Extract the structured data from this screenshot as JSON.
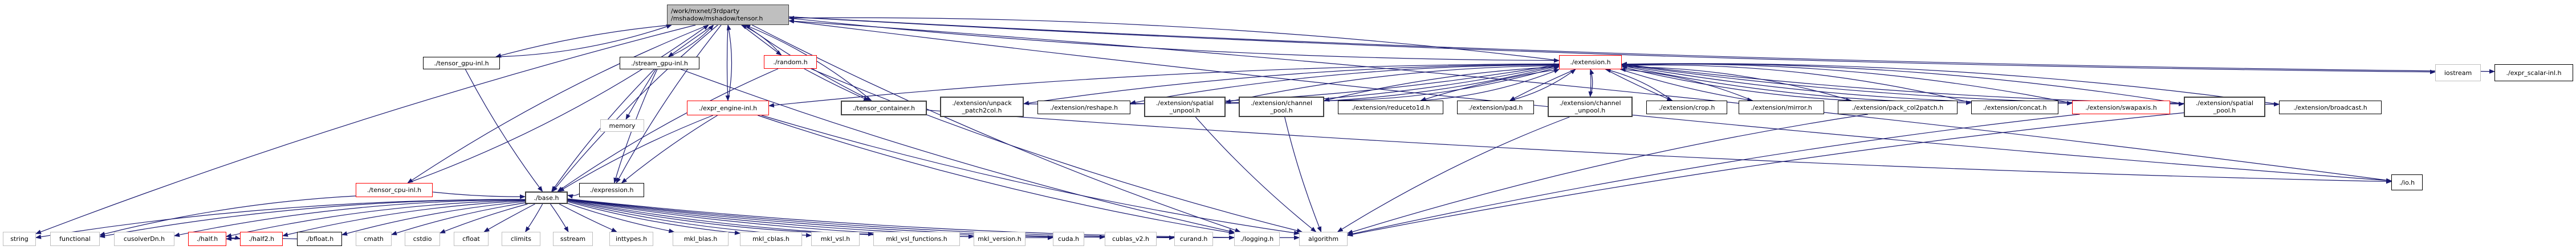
{
  "graph": {
    "title": "Include dependency graph for tensor.h",
    "edge_color": "#191970",
    "nodes": {
      "tensor": {
        "label": "/work/mxnet/3rdparty\n/mshadow/mshadow/tensor.h",
        "style": "main"
      },
      "tensor_gpu_inl": {
        "label": "./tensor_gpu-inl.h",
        "style": "normal"
      },
      "stream_gpu_inl": {
        "label": "./stream_gpu-inl.h",
        "style": "normal"
      },
      "random": {
        "label": "./random.h",
        "style": "red"
      },
      "tensor_cpu_inl": {
        "label": "./tensor_cpu-inl.h",
        "style": "red"
      },
      "memory": {
        "label": "memory",
        "style": "grey"
      },
      "expr_engine_inl": {
        "label": "./expr_engine-inl.h",
        "style": "red"
      },
      "tensor_container": {
        "label": "./tensor_container.h",
        "style": "dark"
      },
      "expression": {
        "label": "./expression.h",
        "style": "normal"
      },
      "base": {
        "label": "./base.h",
        "style": "dark"
      },
      "extension": {
        "label": "./extension.h",
        "style": "red"
      },
      "ext_unpack": {
        "label": "./extension/unpack\n_patch2col.h",
        "style": "dark"
      },
      "ext_reshape": {
        "label": "./extension/reshape.h",
        "style": "normal"
      },
      "ext_spatial_unpool": {
        "label": "./extension/spatial\n_unpool.h",
        "style": "dark"
      },
      "ext_channel_pool": {
        "label": "./extension/channel\n_pool.h",
        "style": "dark"
      },
      "ext_reduceto1d": {
        "label": "./extension/reduceto1d.h",
        "style": "normal"
      },
      "ext_pad": {
        "label": "./extension/pad.h",
        "style": "normal"
      },
      "ext_channel_unpool": {
        "label": "./extension/channel\n_unpool.h",
        "style": "dark"
      },
      "ext_crop": {
        "label": "./extension/crop.h",
        "style": "normal"
      },
      "ext_mirror": {
        "label": "./extension/mirror.h",
        "style": "normal"
      },
      "ext_pack": {
        "label": "./extension/pack_col2patch.h",
        "style": "normal"
      },
      "ext_concat": {
        "label": "./extension/concat.h",
        "style": "normal"
      },
      "ext_swapaxis": {
        "label": "./extension/swapaxis.h",
        "style": "red"
      },
      "ext_spatial_pool": {
        "label": "./extension/spatial\n_pool.h",
        "style": "dark"
      },
      "ext_broadcast": {
        "label": "./extension/broadcast.h",
        "style": "normal"
      },
      "io": {
        "label": "./io.h",
        "style": "normal"
      },
      "iostream": {
        "label": "iostream",
        "style": "grey"
      },
      "expr_scalar_inl": {
        "label": "./expr_scalar-inl.h",
        "style": "normal"
      },
      "string": {
        "label": "string",
        "style": "grey"
      },
      "functional": {
        "label": "functional",
        "style": "grey"
      },
      "cusolverDn": {
        "label": "cusolverDn.h",
        "style": "grey"
      },
      "half": {
        "label": "./half.h",
        "style": "red"
      },
      "half2": {
        "label": "./half2.h",
        "style": "red"
      },
      "bfloat": {
        "label": "./bfloat.h",
        "style": "normal"
      },
      "cmath": {
        "label": "cmath",
        "style": "grey"
      },
      "cstdio": {
        "label": "cstdio",
        "style": "grey"
      },
      "cfloat": {
        "label": "cfloat",
        "style": "grey"
      },
      "climits": {
        "label": "climits",
        "style": "grey"
      },
      "sstream": {
        "label": "sstream",
        "style": "grey"
      },
      "inttypes": {
        "label": "inttypes.h",
        "style": "grey"
      },
      "mkl_blas": {
        "label": "mkl_blas.h",
        "style": "grey"
      },
      "mkl_cblas": {
        "label": "mkl_cblas.h",
        "style": "grey"
      },
      "mkl_vsl": {
        "label": "mkl_vsl.h",
        "style": "grey"
      },
      "mkl_vsl_functions": {
        "label": "mkl_vsl_functions.h",
        "style": "grey"
      },
      "mkl_version": {
        "label": "mkl_version.h",
        "style": "grey"
      },
      "cuda": {
        "label": "cuda.h",
        "style": "grey"
      },
      "cublas_v2": {
        "label": "cublas_v2.h",
        "style": "grey"
      },
      "curand": {
        "label": "curand.h",
        "style": "grey"
      },
      "logging": {
        "label": "./logging.h",
        "style": "grey"
      },
      "algorithm": {
        "label": "algorithm",
        "style": "grey"
      }
    },
    "edges": [
      [
        "tensor",
        "tensor_gpu_inl"
      ],
      [
        "tensor_gpu_inl",
        "tensor"
      ],
      [
        "tensor",
        "stream_gpu_inl"
      ],
      [
        "stream_gpu_inl",
        "tensor"
      ],
      [
        "tensor",
        "random"
      ],
      [
        "random",
        "tensor"
      ],
      [
        "tensor",
        "tensor_cpu_inl"
      ],
      [
        "tensor_cpu_inl",
        "tensor"
      ],
      [
        "tensor",
        "expr_engine_inl"
      ],
      [
        "expr_engine_inl",
        "tensor"
      ],
      [
        "tensor",
        "tensor_container"
      ],
      [
        "tensor_container",
        "tensor"
      ],
      [
        "tensor",
        "extension"
      ],
      [
        "extension",
        "tensor"
      ],
      [
        "tensor",
        "io"
      ],
      [
        "io",
        "tensor"
      ],
      [
        "tensor",
        "iostream"
      ],
      [
        "tensor",
        "expr_scalar_inl"
      ],
      [
        "tensor",
        "base"
      ],
      [
        "tensor",
        "string"
      ],
      [
        "tensor",
        "expression"
      ],
      [
        "tensor",
        "logging"
      ],
      [
        "tensor_gpu_inl",
        "base"
      ],
      [
        "stream_gpu_inl",
        "memory"
      ],
      [
        "stream_gpu_inl",
        "base"
      ],
      [
        "stream_gpu_inl",
        "expression"
      ],
      [
        "stream_gpu_inl",
        "logging"
      ],
      [
        "random",
        "tensor_container"
      ],
      [
        "random",
        "base"
      ],
      [
        "random",
        "algorithm"
      ],
      [
        "tensor_cpu_inl",
        "base"
      ],
      [
        "tensor_cpu_inl",
        "functional"
      ],
      [
        "expr_engine_inl",
        "expression"
      ],
      [
        "expr_engine_inl",
        "logging"
      ],
      [
        "expr_engine_inl",
        "algorithm"
      ],
      [
        "expr_engine_inl",
        "base"
      ],
      [
        "tensor_container",
        "io"
      ],
      [
        "expression",
        "base"
      ],
      [
        "extension",
        "expr_engine_inl"
      ],
      [
        "extension",
        "ext_unpack"
      ],
      [
        "ext_unpack",
        "extension"
      ],
      [
        "extension",
        "ext_reshape"
      ],
      [
        "ext_reshape",
        "extension"
      ],
      [
        "extension",
        "ext_spatial_unpool"
      ],
      [
        "ext_spatial_unpool",
        "extension"
      ],
      [
        "extension",
        "ext_channel_pool"
      ],
      [
        "ext_channel_pool",
        "extension"
      ],
      [
        "extension",
        "ext_reduceto1d"
      ],
      [
        "ext_reduceto1d",
        "extension"
      ],
      [
        "extension",
        "ext_pad"
      ],
      [
        "ext_pad",
        "extension"
      ],
      [
        "extension",
        "ext_channel_unpool"
      ],
      [
        "ext_channel_unpool",
        "extension"
      ],
      [
        "extension",
        "ext_crop"
      ],
      [
        "ext_crop",
        "extension"
      ],
      [
        "extension",
        "ext_mirror"
      ],
      [
        "ext_mirror",
        "extension"
      ],
      [
        "extension",
        "ext_pack"
      ],
      [
        "ext_pack",
        "extension"
      ],
      [
        "extension",
        "ext_concat"
      ],
      [
        "ext_concat",
        "extension"
      ],
      [
        "extension",
        "ext_swapaxis"
      ],
      [
        "ext_swapaxis",
        "extension"
      ],
      [
        "extension",
        "ext_spatial_pool"
      ],
      [
        "ext_spatial_pool",
        "extension"
      ],
      [
        "extension",
        "ext_broadcast"
      ],
      [
        "ext_broadcast",
        "extension"
      ],
      [
        "ext_spatial_unpool",
        "algorithm"
      ],
      [
        "ext_channel_pool",
        "algorithm"
      ],
      [
        "ext_channel_unpool",
        "algorithm"
      ],
      [
        "ext_pack",
        "algorithm"
      ],
      [
        "ext_swapaxis",
        "algorithm"
      ],
      [
        "ext_spatial_pool",
        "algorithm"
      ],
      [
        "base",
        "string"
      ],
      [
        "base",
        "functional"
      ],
      [
        "base",
        "cusolverDn"
      ],
      [
        "base",
        "half"
      ],
      [
        "base",
        "half2"
      ],
      [
        "base",
        "bfloat"
      ],
      [
        "base",
        "cmath"
      ],
      [
        "base",
        "cstdio"
      ],
      [
        "base",
        "cfloat"
      ],
      [
        "base",
        "climits"
      ],
      [
        "base",
        "sstream"
      ],
      [
        "base",
        "inttypes"
      ],
      [
        "base",
        "mkl_blas"
      ],
      [
        "base",
        "mkl_cblas"
      ],
      [
        "base",
        "mkl_vsl"
      ],
      [
        "base",
        "mkl_vsl_functions"
      ],
      [
        "base",
        "mkl_version"
      ],
      [
        "base",
        "cuda"
      ],
      [
        "base",
        "cublas_v2"
      ],
      [
        "base",
        "curand"
      ],
      [
        "base",
        "logging"
      ],
      [
        "base",
        "algorithm"
      ],
      [
        "half",
        "half2"
      ],
      [
        "bfloat",
        "half"
      ]
    ]
  }
}
